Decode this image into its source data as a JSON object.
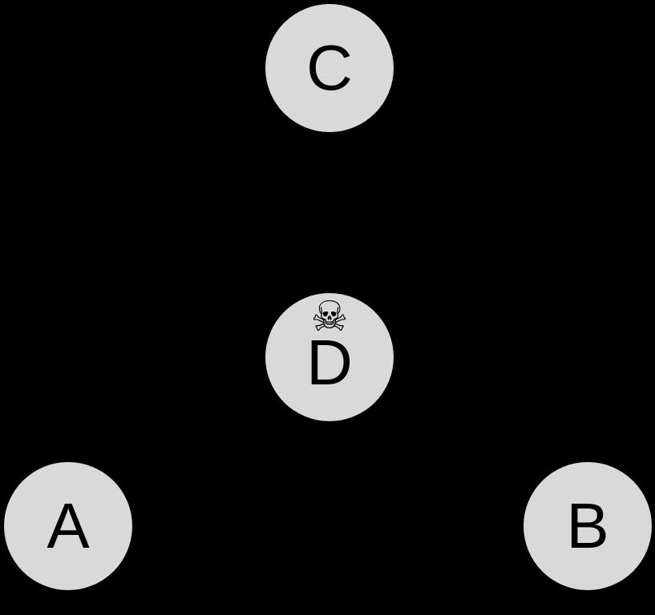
{
  "canvas": {
    "background_color": "#000000"
  },
  "graph": {
    "type": "node-diagram",
    "node_fill_color": "#d9d9d9",
    "node_label_color": "#000000",
    "edges_visible": false,
    "nodes": [
      {
        "id": "C",
        "label": "C",
        "position": "top-center"
      },
      {
        "id": "D",
        "label": "D",
        "position": "middle-center",
        "icon": "skull-and-crossbones",
        "icon_glyph": "☠"
      },
      {
        "id": "A",
        "label": "A",
        "position": "bottom-left"
      },
      {
        "id": "B",
        "label": "B",
        "position": "bottom-right"
      }
    ]
  }
}
